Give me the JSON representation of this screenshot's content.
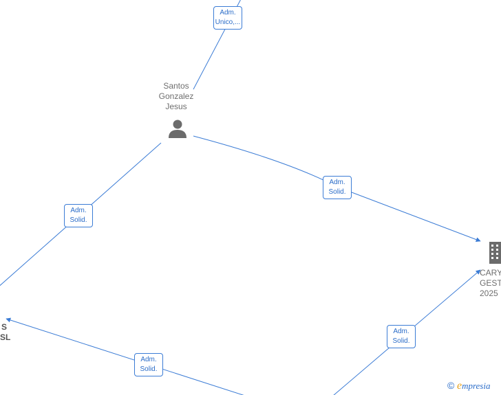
{
  "badges": [
    {
      "line1": "Adm.",
      "line2": "Unico,..."
    },
    {
      "line1": "Adm.",
      "line2": "Solid."
    },
    {
      "line1": "Adm.",
      "line2": "Solid."
    },
    {
      "line1": "Adm.",
      "line2": "Solid."
    },
    {
      "line1": "Adm.",
      "line2": "Solid."
    }
  ],
  "nodes": {
    "person": {
      "line1": "Santos",
      "line2": "Gonzalez",
      "line3": "Jesus",
      "icon": "person-icon"
    },
    "company_right": {
      "line1": "CARYS",
      "line2": "GEST",
      "line3": "2025",
      "icon": "building-icon"
    },
    "company_left": {
      "line1": "S",
      "line2": "SL"
    }
  },
  "brand": {
    "copyright": "©",
    "initial": "e",
    "name": "mpresia"
  },
  "colors": {
    "edge": "#3a7bd5",
    "label": "#6e6e6e",
    "icon": "#6b6b6b"
  }
}
